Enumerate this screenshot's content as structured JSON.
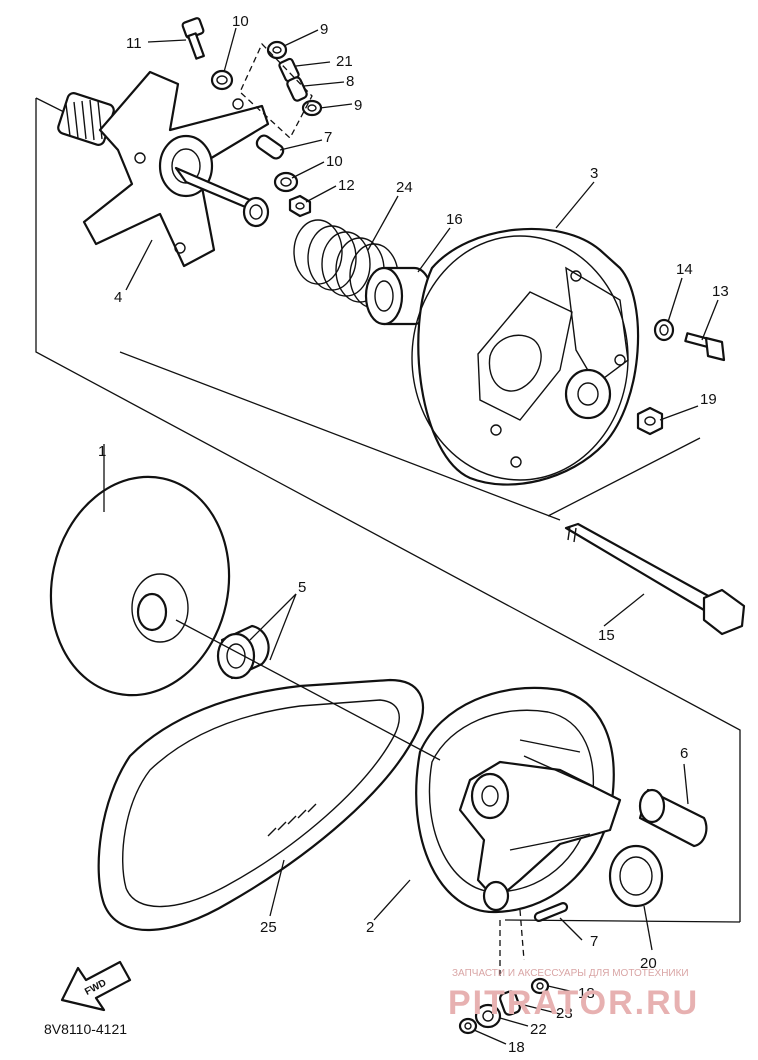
{
  "callouts": [
    {
      "id": "c1",
      "label": "1"
    },
    {
      "id": "c2",
      "label": "2"
    },
    {
      "id": "c3",
      "label": "3"
    },
    {
      "id": "c4",
      "label": "4"
    },
    {
      "id": "c5",
      "label": "5"
    },
    {
      "id": "c6",
      "label": "6"
    },
    {
      "id": "c7a",
      "label": "7"
    },
    {
      "id": "c7b",
      "label": "7"
    },
    {
      "id": "c8",
      "label": "8"
    },
    {
      "id": "c9a",
      "label": "9"
    },
    {
      "id": "c9b",
      "label": "9"
    },
    {
      "id": "c10a",
      "label": "10"
    },
    {
      "id": "c10b",
      "label": "10"
    },
    {
      "id": "c11",
      "label": "11"
    },
    {
      "id": "c12",
      "label": "12"
    },
    {
      "id": "c13",
      "label": "13"
    },
    {
      "id": "c14",
      "label": "14"
    },
    {
      "id": "c15",
      "label": "15"
    },
    {
      "id": "c16",
      "label": "16"
    },
    {
      "id": "c18a",
      "label": "18"
    },
    {
      "id": "c18b",
      "label": "18"
    },
    {
      "id": "c19",
      "label": "19"
    },
    {
      "id": "c20",
      "label": "20"
    },
    {
      "id": "c21",
      "label": "21"
    },
    {
      "id": "c22",
      "label": "22"
    },
    {
      "id": "c23",
      "label": "23"
    },
    {
      "id": "c24",
      "label": "24"
    },
    {
      "id": "c25",
      "label": "25"
    }
  ],
  "drawing_code": "8V8110-4121",
  "fwd_arrow_label": "FWD",
  "watermark": {
    "line1": "ЗАПЧАСТИ И АКСЕССУАРЫ ДЛЯ МОТОТЕХНИКИ",
    "line2": "PITRATOR.RU"
  },
  "colors": {
    "ink": "#111111",
    "background": "#ffffff",
    "watermark": "#e7b1b1"
  }
}
